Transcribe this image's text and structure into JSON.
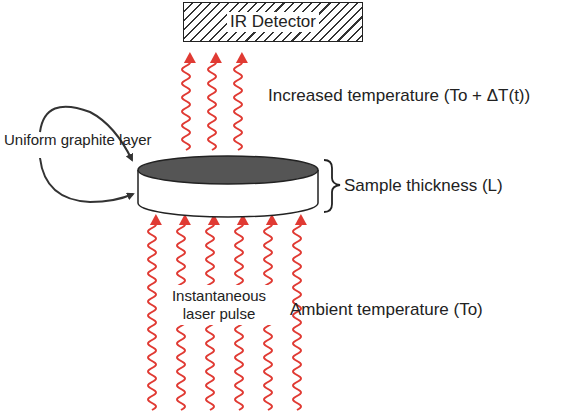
{
  "diagram": {
    "nodes": [
      {
        "text": [
          "IR Detector"
        ]
      }
    ],
    "labels": [
      "Increased temperature (To + ΔT(t))",
      "Uniform graphite layer",
      "Sample thickness (L)",
      "Instantaneous laser pulse",
      "Ambient temperature (To)"
    ]
  }
}
